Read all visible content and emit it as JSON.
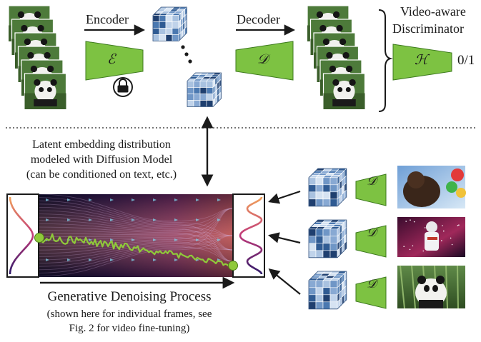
{
  "labels": {
    "encoder": "Encoder",
    "decoder": "Decoder",
    "discriminator_line1": "Video-aware",
    "discriminator_line2": "Discriminator",
    "disc_output": "0/1",
    "latent_line1": "Latent embedding distribution",
    "latent_line2": "modeled with Diffusion Model",
    "latent_line3": "(can be conditioned on text, etc.)",
    "process_title": "Generative Denoising Process",
    "process_sub1": "(shown here for individual frames, see",
    "process_sub2": "Fig. 2 for video fine-tuning)"
  },
  "symbols": {
    "encoder": "ℰ",
    "decoder": "𝒟",
    "discriminator": "ℋ"
  },
  "icons": {
    "lock": "lock-icon",
    "ellipsis": "vertical-ellipsis-icon"
  },
  "colors": {
    "module_green": "#7dc242",
    "module_stroke": "#3d7a1e",
    "cube_blue": "#4a78b0",
    "cube_light": "#c8d8ec",
    "flow_dark": "#0e0f3a",
    "flow_purple": "#6b2a7a",
    "flow_orange": "#e58a4c",
    "trajectory": "#8fc93a"
  }
}
